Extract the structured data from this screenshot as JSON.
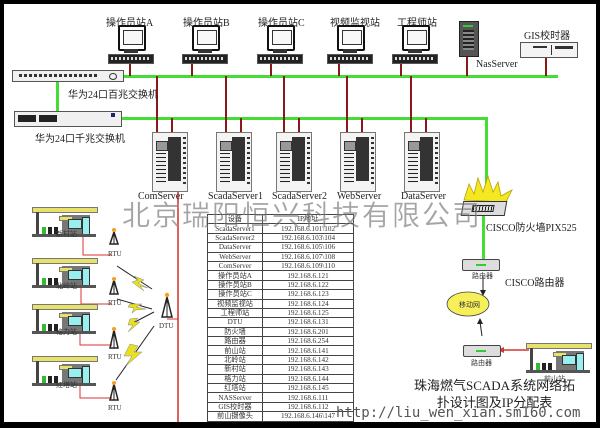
{
  "workstations": [
    {
      "label": "操作员站A"
    },
    {
      "label": "操作员站B"
    },
    {
      "label": "操作员站C"
    },
    {
      "label": "视频监视站"
    },
    {
      "label": "工程师站"
    }
  ],
  "nas": {
    "label": "NasServer"
  },
  "gis": {
    "label": "GIS校时器"
  },
  "switches": {
    "fast": "华为24口百兆交换机",
    "gigabit": "华为24口千兆交换机"
  },
  "servers": [
    {
      "label": "ComServer"
    },
    {
      "label": "ScadaServer1"
    },
    {
      "label": "ScadaServer2"
    },
    {
      "label": "WebServer"
    },
    {
      "label": "DataServer"
    }
  ],
  "firewall": {
    "label": "CISCO防火墙PIX525"
  },
  "router": {
    "label": "CISCO路由器",
    "device_label": "路由器"
  },
  "mobile_net": {
    "label": "移动网"
  },
  "remote_router": {
    "label": "路由器"
  },
  "remote_station": {
    "label": "前山站"
  },
  "stations": [
    {
      "label": "新村站",
      "rtu": "RTU"
    },
    {
      "label": "北岭站",
      "rtu": "RTU"
    },
    {
      "label": "格力站",
      "rtu": "RTU"
    },
    {
      "label": "红塔站",
      "rtu": "RTU"
    }
  ],
  "dtu": {
    "label": "DTU"
  },
  "ip_table": {
    "header": [
      "设备",
      "IP地址"
    ],
    "rows": [
      [
        "ScadaServer1",
        "192.168.6.101\\102"
      ],
      [
        "ScadaServer2",
        "192.168.6.103\\104"
      ],
      [
        "DataServer",
        "192.168.6.105\\106"
      ],
      [
        "WebServer",
        "192.168.6.107\\108"
      ],
      [
        "ComServer",
        "192.168.6.109\\110"
      ],
      [
        "操作员站A",
        "192.168.6.121"
      ],
      [
        "操作员站B",
        "192.168.6.122"
      ],
      [
        "操作员站C",
        "192.168.6.123"
      ],
      [
        "视频监视站",
        "192.168.6.124"
      ],
      [
        "工程师站",
        "192.168.6.125"
      ],
      [
        "DTU",
        "192.168.6.131"
      ],
      [
        "防火墙",
        "192.168.6.201"
      ],
      [
        "路由器",
        "192.168.6.254"
      ],
      [
        "前山站",
        "192.168.6.141"
      ],
      [
        "北岭站",
        "192.168.6.142"
      ],
      [
        "新村站",
        "192.168.6.143"
      ],
      [
        "格力站",
        "192.168.6.144"
      ],
      [
        "红塔站",
        "192.168.6.145"
      ],
      [
        "NASServer",
        "192.168.6.111"
      ],
      [
        "GIS校时器",
        "192.168.6.112"
      ],
      [
        "前山摄像头",
        "192.168.6.146\\147"
      ]
    ]
  },
  "title": {
    "line1": "珠海燃气SCADA系统网络拓",
    "line2": "扑设计图及IP分配表"
  },
  "watermark": "北京瑞阳恒兴科技有限公司",
  "url": "http://liu_wen_xian.sm160.com",
  "colors": {
    "lan": "#44dd33",
    "drop": "#8a1a1a",
    "serial": "#e06060",
    "wireless": "#e8e020"
  }
}
